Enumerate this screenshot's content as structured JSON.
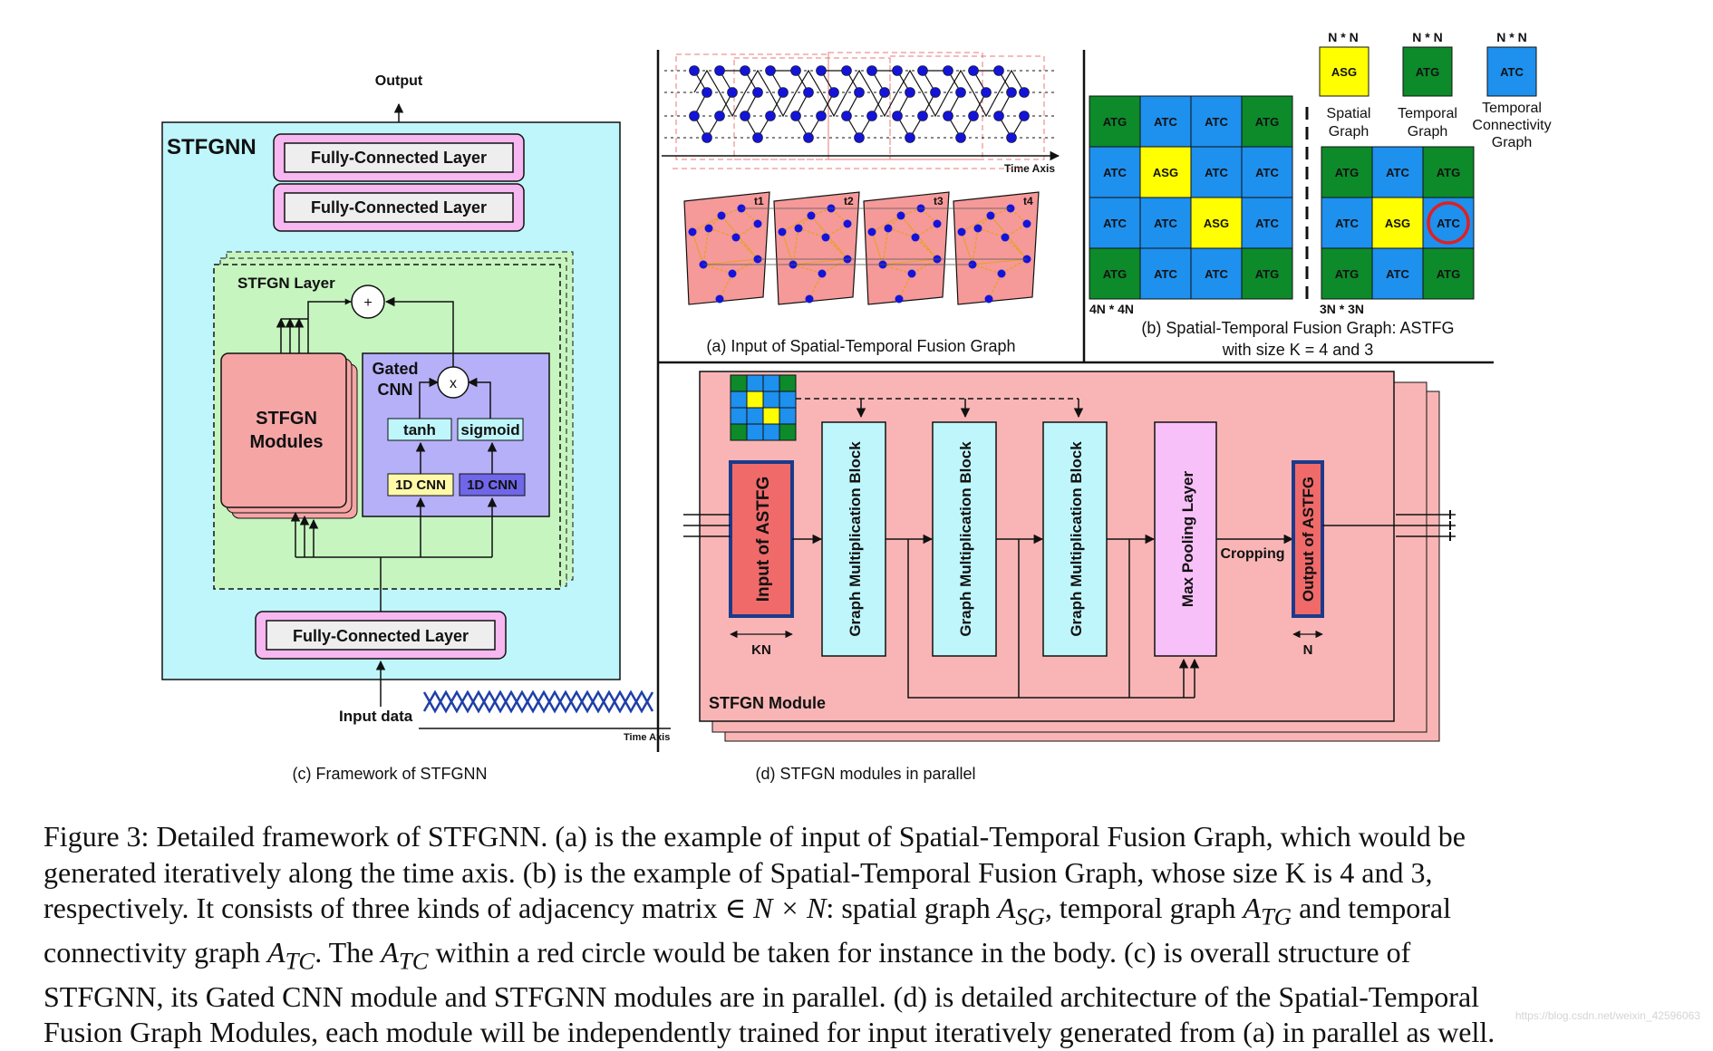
{
  "figure": {
    "panel_c": {
      "output_label": "Output",
      "model_title": "STFGNN",
      "fc_label": "Fully-Connected Layer",
      "stfgn_layer_label": "STFGN Layer",
      "plus_symbol": "+",
      "times_symbol": "x",
      "modules_label_line1": "STFGN",
      "modules_label_line2": "Modules",
      "gated_label_line1": "Gated",
      "gated_label_line2": "CNN",
      "tanh_label": "tanh",
      "sigmoid_label": "sigmoid",
      "cnn_label": "1D CNN",
      "input_label": "Input data",
      "time_axis_label": "Time Axis",
      "caption": "(c) Framework of STFGNN"
    },
    "panel_a": {
      "time_axis_label": "Time Axis",
      "t1": "t1",
      "t2": "t2",
      "t3": "t3",
      "t4": "t4",
      "caption": "(a) Input of Spatial-Temporal Fusion Graph"
    },
    "panel_b": {
      "legend_size": "N * N",
      "asg_label": "ASG",
      "atg_label": "ATG",
      "atc_label": "ATC",
      "spatial_line1": "Spatial",
      "spatial_line2": "Graph",
      "temporal_line1": "Temporal",
      "temporal_line2": "Graph",
      "conn_line1": "Temporal",
      "conn_line2": "Connectivity",
      "conn_line3": "Graph",
      "size_4n": "4N * 4N",
      "size_3n": "3N * 3N",
      "caption_line1": "(b) Spatial-Temporal Fusion Graph: ASTFG",
      "caption_line2": "with size K = 4 and 3",
      "matrix_4": [
        [
          "ATG",
          "ATC",
          "ATC",
          "ATG"
        ],
        [
          "ATC",
          "ASG",
          "ATC",
          "ATC"
        ],
        [
          "ATC",
          "ATC",
          "ASG",
          "ATC"
        ],
        [
          "ATG",
          "ATC",
          "ATC",
          "ATG"
        ]
      ],
      "matrix_3": [
        [
          "ATG",
          "ATC",
          "ATG"
        ],
        [
          "ATC",
          "ASG",
          "ATC"
        ],
        [
          "ATG",
          "ATC",
          "ATG"
        ]
      ],
      "colors": {
        "ATG": "#0d8a2a",
        "ATC": "#1e90ee",
        "ASG": "#ffff00"
      }
    },
    "panel_d": {
      "input_block": "Input of ASTFG",
      "gmb_label": "Graph Multiplication Block",
      "maxpool_label": "Max Pooling Layer",
      "cropping_label": "Cropping",
      "output_block": "Output of ASTFG",
      "kn_label": "KN",
      "n_label": "N",
      "module_label": "STFGN Module",
      "caption": "(d) STFGN modules in parallel"
    }
  },
  "caption": {
    "l1": "Figure 3: Detailed framework of STFGNN. (a) is the example of input of Spatial-Temporal Fusion Graph, which would be",
    "l2": "generated iteratively along the time axis. (b) is the example of Spatial-Temporal Fusion Graph, whose size K is 4 and 3,",
    "l3a": "respectively. It consists of three kinds of adjacency matrix ∈",
    "l3b": "N × N",
    "l3c": ": spatial graph",
    "l3d": "A",
    "l3e": "SG",
    "l3f": ", temporal graph",
    "l3g": "A",
    "l3h": "TG",
    "l3i": " and temporal",
    "l4a": "connectivity graph",
    "l4b": "A",
    "l4c": "TC",
    "l4d": ". The",
    "l4e": "A",
    "l4f": "TC",
    "l4g": " within a red circle would be taken for instance in the body. (c) is overall structure of",
    "l5": "STFGNN, its Gated CNN module and STFGNN modules are in parallel. (d) is detailed architecture of the Spatial-Temporal",
    "l6": "Fusion Graph Modules, each module will be independently trained for input iteratively generated from (a) in parallel as well."
  },
  "watermark": "https://blog.csdn.net/weixin_42596063"
}
